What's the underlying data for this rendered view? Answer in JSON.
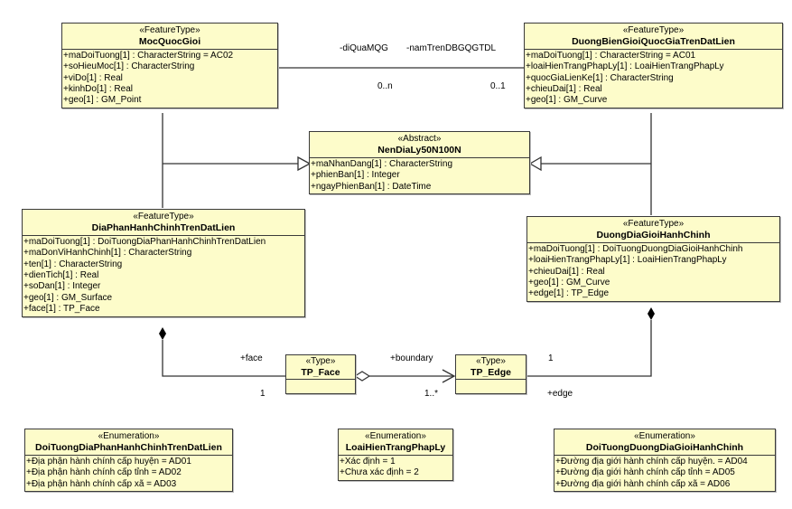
{
  "diagram": {
    "classes": {
      "mocQuocGioi": {
        "stereotype": "«FeatureType»",
        "name": "MocQuocGioi",
        "attributes": [
          "+maDoiTuong[1] : CharacterString = AC02",
          "+soHieuMoc[1] : CharacterString",
          "+viDo[1] : Real",
          "+kinhDo[1] : Real",
          "+geo[1] : GM_Point"
        ]
      },
      "duongBienGioi": {
        "stereotype": "«FeatureType»",
        "name": "DuongBienGioiQuocGiaTrenDatLien",
        "attributes": [
          "+maDoiTuong[1] : CharacterString = AC01",
          "+loaiHienTrangPhapLy[1] : LoaiHienTrangPhapLy",
          "+quocGiaLienKe[1] : CharacterString",
          "+chieuDai[1] : Real",
          "+geo[1] : GM_Curve"
        ]
      },
      "nenDiaLy": {
        "stereotype": "«Abstract»",
        "name": "NenDiaLy50N100N",
        "attributes": [
          "+maNhanDang[1] : CharacterString",
          "+phienBan[1] : Integer",
          "+ngayPhienBan[1] : DateTime"
        ]
      },
      "diaPhan": {
        "stereotype": "«FeatureType»",
        "name": "DiaPhanHanhChinhTrenDatLien",
        "attributes": [
          "+maDoiTuong[1] : DoiTuongDiaPhanHanhChinhTrenDatLien",
          "+maDonViHanhChinh[1] : CharacterString",
          "+ten[1] : CharacterString",
          "+dienTich[1] : Real",
          "+soDan[1] : Integer",
          "+geo[1] : GM_Surface",
          "+face[1] : TP_Face"
        ]
      },
      "duongDiaGioi": {
        "stereotype": "«FeatureType»",
        "name": "DuongDiaGioiHanhChinh",
        "attributes": [
          "+maDoiTuong[1] : DoiTuongDuongDiaGioiHanhChinh",
          "+loaiHienTrangPhapLy[1] : LoaiHienTrangPhapLy",
          "+chieuDai[1] : Real",
          "+geo[1] : GM_Curve",
          "+edge[1] : TP_Edge"
        ]
      },
      "tpFace": {
        "stereotype": "«Type»",
        "name": "TP_Face"
      },
      "tpEdge": {
        "stereotype": "«Type»",
        "name": "TP_Edge"
      },
      "enumDiaPhan": {
        "stereotype": "«Enumeration»",
        "name": "DoiTuongDiaPhanHanhChinhTrenDatLien",
        "attributes": [
          "+Địa phận hành chính cấp huyện = AD01",
          "+Địa phận hành chính cấp tỉnh = AD02",
          "+Địa phận hành chính cấp xã = AD03"
        ]
      },
      "enumPhapLy": {
        "stereotype": "«Enumeration»",
        "name": "LoaiHienTrangPhapLy",
        "attributes": [
          "+Xác định = 1",
          "+Chưa xác định = 2"
        ]
      },
      "enumDuong": {
        "stereotype": "«Enumeration»",
        "name": "DoiTuongDuongDiaGioiHanhChinh",
        "attributes": [
          "+Đường địa giới hành chính cấp huyện. = AD04",
          "+Đường địa giới hành chính cấp tỉnh = AD05",
          "+Đường địa giới hành chính cấp xã = AD06"
        ]
      }
    },
    "associations": {
      "moc_bien": {
        "role_left": "-diQuaMQG",
        "role_right": "-namTrenDBGQGTDL",
        "mult_left": "0..n",
        "mult_right": "0..1"
      },
      "diaphan_face": {
        "role": "+face",
        "mult": "1"
      },
      "face_edge": {
        "role": "+boundary",
        "mult": "1..*"
      },
      "duong_edge": {
        "role": "+edge",
        "mult": "1"
      }
    },
    "colors": {
      "class_fill": "#fdfcca",
      "border": "#3a3a3a"
    }
  }
}
